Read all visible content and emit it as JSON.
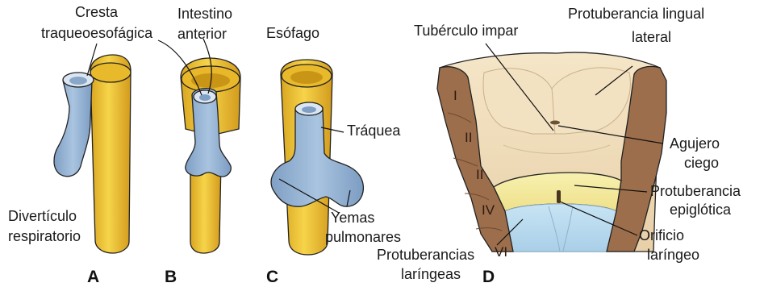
{
  "panels": {
    "A": {
      "letter": "A",
      "label_ridge": [
        "Cresta",
        "traqueoesofágica"
      ],
      "label_diverticulum": [
        "Divertículo",
        "respiratorio"
      ]
    },
    "B": {
      "letter": "B",
      "label_foregut": [
        "Intestino",
        "anterior"
      ]
    },
    "C": {
      "letter": "C",
      "label_esophagus": "Esófago",
      "label_trachea": "Tráquea",
      "label_lung_buds": [
        "Yemas",
        "pulmonares"
      ]
    },
    "D": {
      "letter": "D",
      "label_tuberculum": "Tubérculo impar",
      "label_lateral_swelling": [
        "Protuberancia lingual",
        "lateral"
      ],
      "label_foramen": [
        "Agujero",
        "ciego"
      ],
      "label_epiglottic": [
        "Protuberancia",
        "epiglótica"
      ],
      "label_laryngeal_orifice": [
        "Orificio",
        "laríngeo"
      ],
      "label_arytenoid": [
        "Protuberancias",
        "laríngeas"
      ],
      "arch_numerals": [
        "I",
        "II",
        "II",
        "IV",
        "VI"
      ]
    }
  },
  "colors": {
    "esophagus_yellow": "#f2c834",
    "esophagus_dark": "#c8931a",
    "trachea_blue": "#9ab8d8",
    "trachea_dark": "#6d8fb3",
    "tongue_cream": "#f0dcb8",
    "arch_brown": "#a0714f",
    "epiglottis_yellow": "#f3ec9c",
    "larynx_blue": "#bfdcef"
  }
}
